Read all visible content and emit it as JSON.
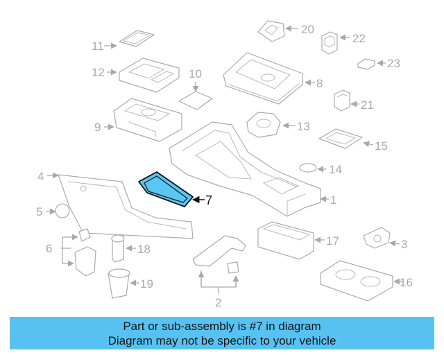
{
  "diagram": {
    "highlight_color": "#5bc6f1",
    "labels": {
      "p1": "1",
      "p2": "2",
      "p3": "3",
      "p4": "4",
      "p5": "5",
      "p6": "6",
      "p7": "7",
      "p8": "8",
      "p9": "9",
      "p10": "10",
      "p11": "11",
      "p12": "12",
      "p13": "13",
      "p14": "14",
      "p15": "15",
      "p16": "16",
      "p17": "17",
      "p18": "18",
      "p19": "19",
      "p20": "20",
      "p21": "21",
      "p22": "22",
      "p23": "23"
    }
  },
  "banner": {
    "line1": "Part or sub-assembly is #7 in diagram",
    "line2": "Diagram may not be specific to your vehicle",
    "color": "#57c2f2"
  }
}
